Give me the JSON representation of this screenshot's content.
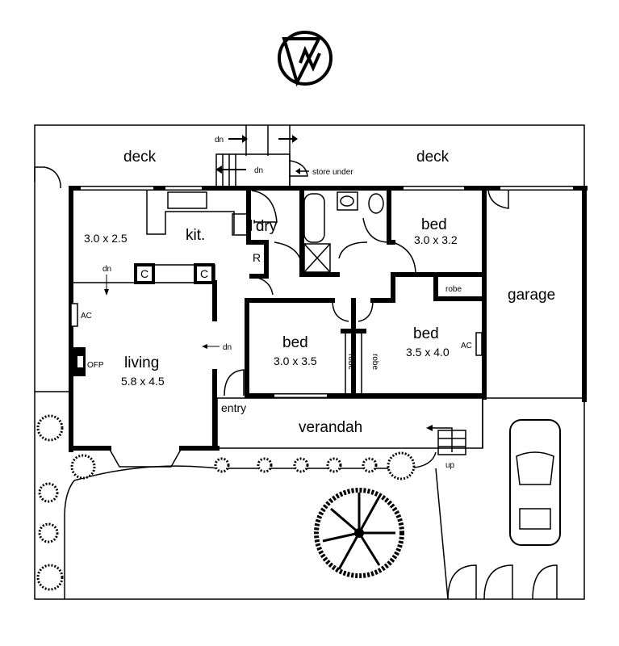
{
  "labels": {
    "deck_left": "deck",
    "deck_right": "deck",
    "dn_top": "dn",
    "dn_stair": "dn",
    "store_under": "store under",
    "kitchen": "kit.",
    "kitchen_dims": "3.0 x 2.5",
    "laundry": "l'dry",
    "fridge": "R",
    "cupboard_1": "C",
    "cupboard_2": "C",
    "dn_living": "dn",
    "dn_entry": "dn",
    "ac_living": "AC",
    "ofp": "OFP",
    "living": "living",
    "living_dims": "5.8 x 4.5",
    "bed1": "bed",
    "bed1_dims": "3.0 x 3.2",
    "robe_bed1": "robe",
    "garage": "garage",
    "bed2": "bed",
    "bed2_dims": "3.0 x 3.5",
    "robe_a": "robe",
    "robe_b": "robe",
    "bed3": "bed",
    "bed3_dims": "3.5 x 4.0",
    "ac_bed3": "AC",
    "entry": "entry",
    "verandah": "verandah",
    "up": "up"
  }
}
